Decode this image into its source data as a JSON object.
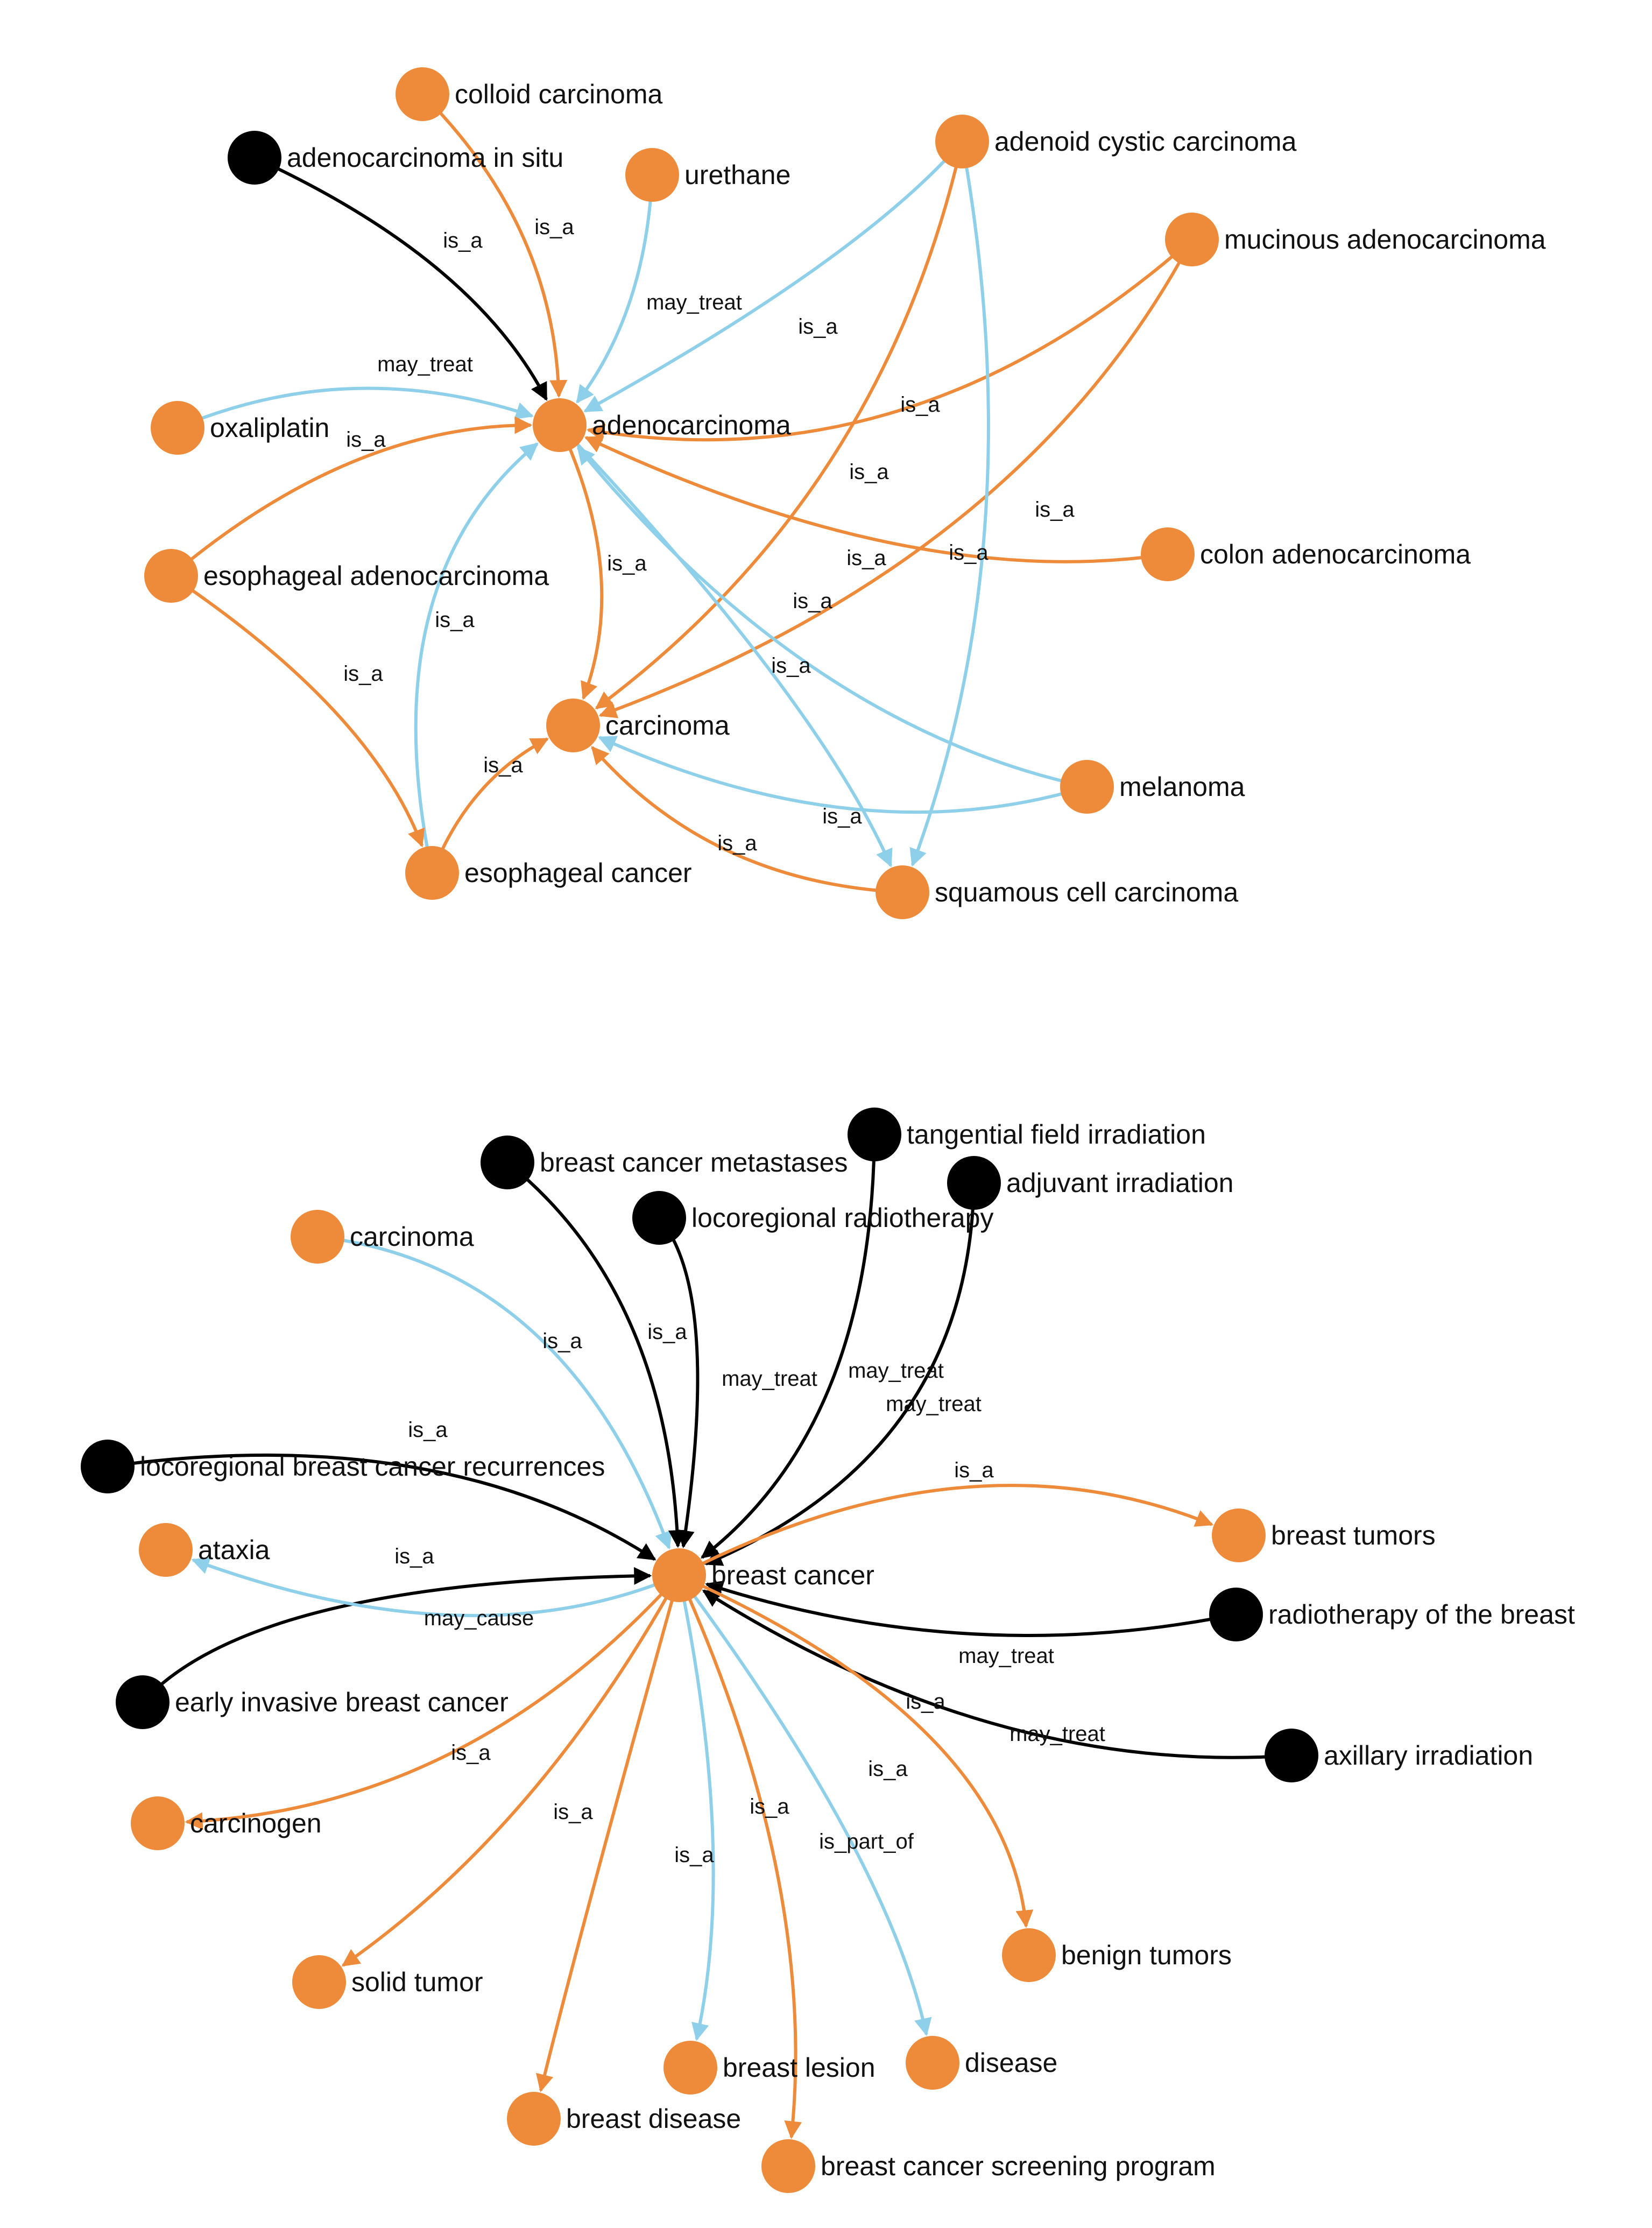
{
  "colors": {
    "orange": "#EE8B3A",
    "black": "#000000",
    "blue": "#8ECFE9"
  },
  "graphs": [
    {
      "nodes": [
        {
          "id": "colloid",
          "label": "colloid carcinoma",
          "color": "orange"
        },
        {
          "id": "ais",
          "label": "adenocarcinoma in situ",
          "color": "black"
        },
        {
          "id": "urethane",
          "label": "urethane",
          "color": "orange"
        },
        {
          "id": "adenoid",
          "label": "adenoid cystic carcinoma",
          "color": "orange"
        },
        {
          "id": "mucinous",
          "label": "mucinous adenocarcinoma",
          "color": "orange"
        },
        {
          "id": "oxaliplatin",
          "label": "oxaliplatin",
          "color": "orange"
        },
        {
          "id": "adeno",
          "label": "adenocarcinoma",
          "color": "orange"
        },
        {
          "id": "esoadeno",
          "label": "esophageal adenocarcinoma",
          "color": "orange"
        },
        {
          "id": "colon",
          "label": "colon adenocarcinoma",
          "color": "orange"
        },
        {
          "id": "carcinoma",
          "label": "carcinoma",
          "color": "orange"
        },
        {
          "id": "melanoma",
          "label": "melanoma",
          "color": "orange"
        },
        {
          "id": "esocancer",
          "label": "esophageal cancer",
          "color": "orange"
        },
        {
          "id": "scc",
          "label": "squamous cell carcinoma",
          "color": "orange"
        }
      ],
      "edges": [
        {
          "from": "ais",
          "to": "adeno",
          "label": "is_a",
          "color": "black"
        },
        {
          "from": "colloid",
          "to": "adeno",
          "label": "is_a",
          "color": "orange"
        },
        {
          "from": "urethane",
          "to": "adeno",
          "label": "may_treat",
          "color": "blue"
        },
        {
          "from": "adenoid",
          "to": "adeno",
          "label": "is_a",
          "color": "blue"
        },
        {
          "from": "oxaliplatin",
          "to": "adeno",
          "label": "may_treat",
          "color": "blue"
        },
        {
          "from": "esoadeno",
          "to": "adeno",
          "label": "is_a",
          "color": "orange"
        },
        {
          "from": "mucinous",
          "to": "adeno",
          "label": "is_a",
          "color": "orange"
        },
        {
          "from": "colon",
          "to": "adeno",
          "label": "is_a",
          "color": "orange"
        },
        {
          "from": "adenoid",
          "to": "carcinoma",
          "label": "is_a",
          "color": "orange"
        },
        {
          "from": "mucinous",
          "to": "carcinoma",
          "label": "is_a",
          "color": "orange"
        },
        {
          "from": "adenoid",
          "to": "scc",
          "label": "is_a",
          "color": "blue"
        },
        {
          "from": "adeno",
          "to": "carcinoma",
          "label": "is_a",
          "color": "orange"
        },
        {
          "from": "adeno",
          "to": "scc",
          "label": "is_a",
          "color": "blue"
        },
        {
          "from": "melanoma",
          "to": "adeno",
          "label": "is_a",
          "color": "blue"
        },
        {
          "from": "esocancer",
          "to": "adeno",
          "label": "is_a",
          "color": "blue"
        },
        {
          "from": "esoadeno",
          "to": "esocancer",
          "label": "is_a",
          "color": "orange"
        },
        {
          "from": "esocancer",
          "to": "carcinoma",
          "label": "is_a",
          "color": "orange"
        },
        {
          "from": "melanoma",
          "to": "carcinoma",
          "label": "is_a",
          "color": "blue"
        },
        {
          "from": "scc",
          "to": "carcinoma",
          "label": "is_a",
          "color": "orange"
        }
      ]
    },
    {
      "nodes": [
        {
          "id": "bcm",
          "label": "breast cancer metastases",
          "color": "black"
        },
        {
          "id": "tfi",
          "label": "tangential field irradiation",
          "color": "black"
        },
        {
          "id": "adjuvant",
          "label": "adjuvant irradiation",
          "color": "black"
        },
        {
          "id": "lrrt",
          "label": "locoregional radiotherapy",
          "color": "black"
        },
        {
          "id": "carc2",
          "label": "carcinoma",
          "color": "orange"
        },
        {
          "id": "lbcr",
          "label": "locoregional breast cancer recurrences",
          "color": "black"
        },
        {
          "id": "ataxia",
          "label": "ataxia",
          "color": "orange"
        },
        {
          "id": "bc",
          "label": "breast cancer",
          "color": "orange"
        },
        {
          "id": "tumors",
          "label": "breast tumors",
          "color": "orange"
        },
        {
          "id": "rtb",
          "label": "radiotherapy of the breast",
          "color": "black"
        },
        {
          "id": "eibc",
          "label": "early invasive breast cancer",
          "color": "black"
        },
        {
          "id": "axillary",
          "label": "axillary irradiation",
          "color": "black"
        },
        {
          "id": "carcinogen",
          "label": "carcinogen",
          "color": "orange"
        },
        {
          "id": "solid",
          "label": "solid tumor",
          "color": "orange"
        },
        {
          "id": "benign",
          "label": "benign tumors",
          "color": "orange"
        },
        {
          "id": "lesion",
          "label": "breast lesion",
          "color": "orange"
        },
        {
          "id": "disease",
          "label": "disease",
          "color": "orange"
        },
        {
          "id": "bdisease",
          "label": "breast disease",
          "color": "orange"
        },
        {
          "id": "bcsp",
          "label": "breast cancer screening program",
          "color": "orange"
        }
      ],
      "edges": [
        {
          "from": "carc2",
          "to": "bc",
          "label": "is_a",
          "color": "blue"
        },
        {
          "from": "bcm",
          "to": "bc",
          "label": "is_a",
          "color": "black"
        },
        {
          "from": "lrrt",
          "to": "bc",
          "label": "may_treat",
          "color": "black"
        },
        {
          "from": "tfi",
          "to": "bc",
          "label": "may_treat",
          "color": "black"
        },
        {
          "from": "adjuvant",
          "to": "bc",
          "label": "may_treat",
          "color": "black"
        },
        {
          "from": "lbcr",
          "to": "bc",
          "label": "is_a",
          "color": "black"
        },
        {
          "from": "bc",
          "to": "tumors",
          "label": "is_a",
          "color": "orange"
        },
        {
          "from": "eibc",
          "to": "bc",
          "label": "is_a",
          "color": "black"
        },
        {
          "from": "bc",
          "to": "ataxia",
          "label": "may_cause",
          "color": "blue"
        },
        {
          "from": "rtb",
          "to": "bc",
          "label": "may_treat",
          "color": "black"
        },
        {
          "from": "axillary",
          "to": "bc",
          "label": "may_treat",
          "color": "black"
        },
        {
          "from": "bc",
          "to": "benign",
          "label": "is_a",
          "color": "orange"
        },
        {
          "from": "bc",
          "to": "carcinogen",
          "label": "is_a",
          "color": "orange"
        },
        {
          "from": "bc",
          "to": "solid",
          "label": "is_a",
          "color": "orange"
        },
        {
          "from": "bc",
          "to": "bdisease",
          "label": "is_a",
          "color": "orange"
        },
        {
          "from": "bc",
          "to": "lesion",
          "label": "is_a",
          "color": "blue"
        },
        {
          "from": "bc",
          "to": "bcsp",
          "label": "is_part_of",
          "color": "orange"
        },
        {
          "from": "bc",
          "to": "disease",
          "label": "is_a",
          "color": "blue"
        }
      ]
    }
  ]
}
